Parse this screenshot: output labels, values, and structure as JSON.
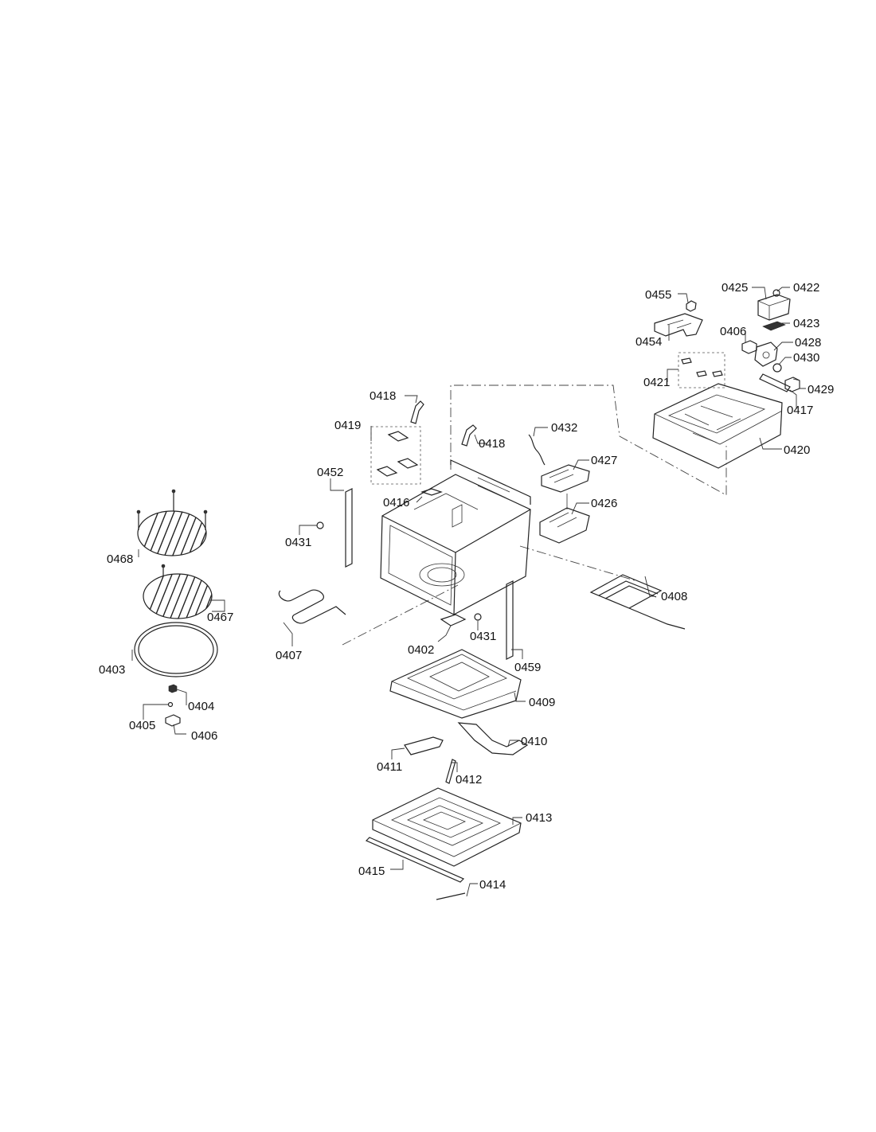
{
  "labels": {
    "p0455": "0455",
    "p0425": "0425",
    "p0422": "0422",
    "p0423": "0423",
    "p0454": "0454",
    "p0406_top": "0406",
    "p0428": "0428",
    "p0430": "0430",
    "p0421": "0421",
    "p0429": "0429",
    "p0417": "0417",
    "p0420": "0420",
    "p0418_left": "0418",
    "p0418_right": "0418",
    "p0432": "0432",
    "p0419": "0419",
    "p0427": "0427",
    "p0452": "0452",
    "p0416": "0416",
    "p0426": "0426",
    "p0431_left": "0431",
    "p0431_right": "0431",
    "p0468": "0468",
    "p0408": "0408",
    "p0467": "0467",
    "p0407": "0407",
    "p0402": "0402",
    "p0459": "0459",
    "p0403": "0403",
    "p0409": "0409",
    "p0404": "0404",
    "p0405": "0405",
    "p0406_bottom": "0406",
    "p0410": "0410",
    "p0411": "0411",
    "p0412": "0412",
    "p0413": "0413",
    "p0415": "0415",
    "p0414": "0414"
  }
}
